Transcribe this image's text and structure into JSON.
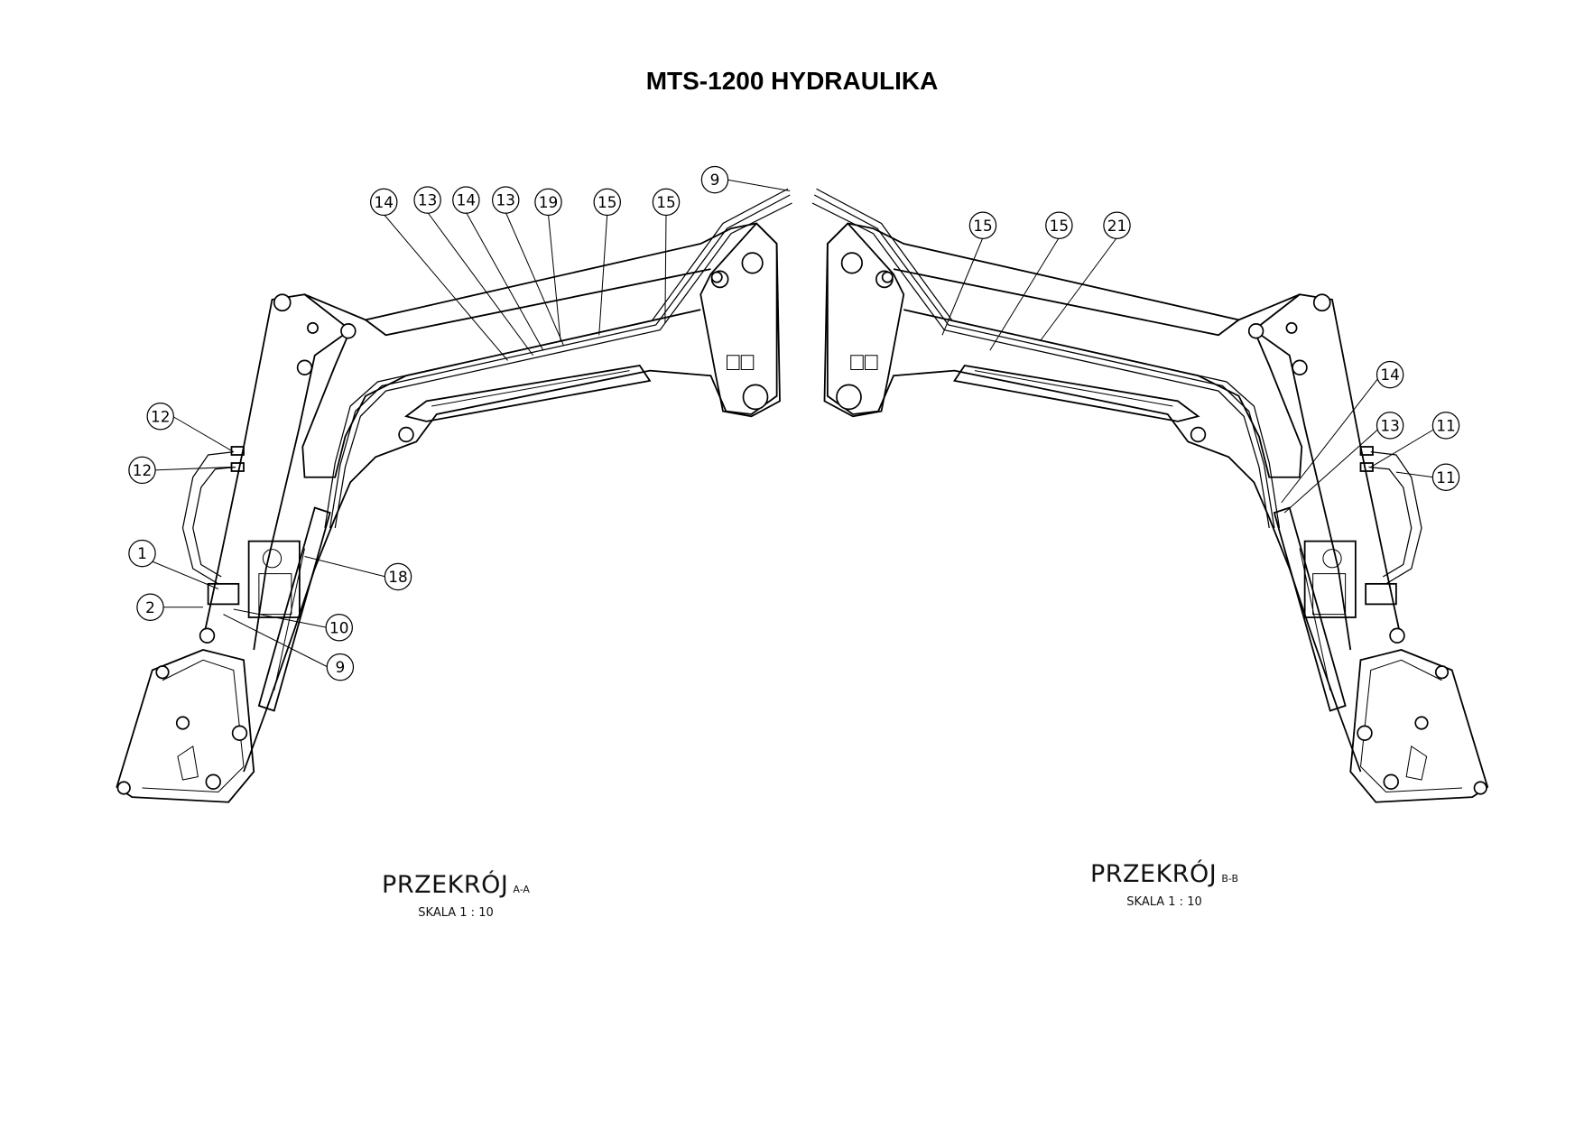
{
  "title": "MTS-1200 HYDRAULIKA",
  "callouts_left": [
    "14",
    "13",
    "14",
    "13",
    "19",
    "15",
    "15",
    "9",
    "12",
    "12",
    "1",
    "2",
    "18",
    "10",
    "9"
  ],
  "callouts_right": [
    "15",
    "15",
    "21",
    "14",
    "13",
    "11",
    "11"
  ],
  "section_a": {
    "label": "PRZEKRÓJ",
    "suffix": "A-A",
    "scale": "SKALA  1 : 10"
  },
  "section_b": {
    "label": "PRZEKRÓJ",
    "suffix": "B-B",
    "scale": "SKALA  1 : 10"
  }
}
